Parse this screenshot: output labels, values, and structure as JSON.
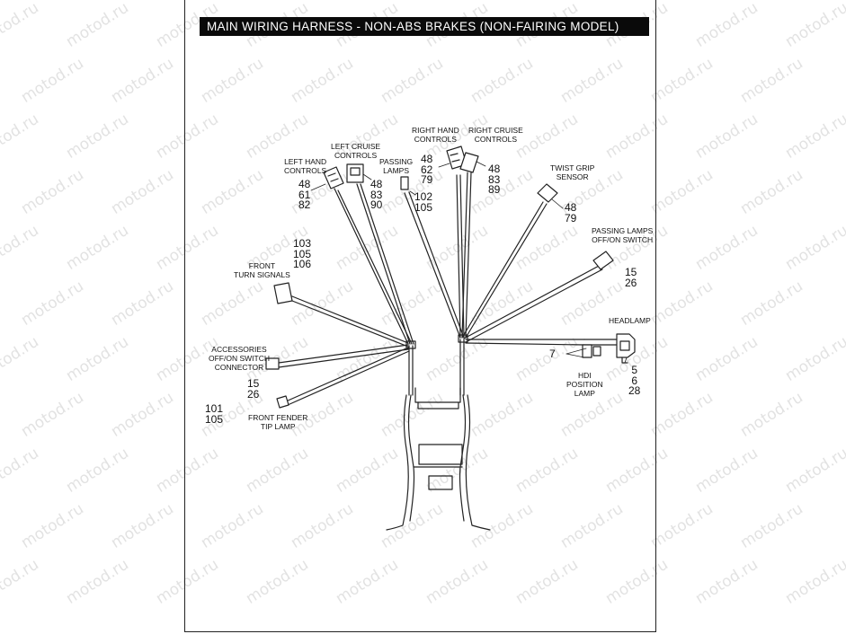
{
  "title": "MAIN WIRING HARNESS - NON-ABS BRAKES (NON-FAIRING MODEL)",
  "watermark": "motod.ru",
  "components": {
    "left_hand_controls": {
      "label": "LEFT HAND\nCONTROLS",
      "refs": "48\n61\n82"
    },
    "left_cruise_controls": {
      "label": "LEFT CRUISE\nCONTROLS",
      "refs": "48\n83\n90"
    },
    "passing_lamps": {
      "label": "PASSING\nLAMPS",
      "refs": "102\n105"
    },
    "right_hand_controls": {
      "label": "RIGHT HAND\nCONTROLS",
      "refs": "48\n62\n79"
    },
    "right_cruise_controls": {
      "label": "RIGHT CRUISE\nCONTROLS",
      "refs": "48\n83\n89"
    },
    "twist_grip_sensor": {
      "label": "TWIST GRIP\nSENSOR",
      "refs": "48\n79"
    },
    "passing_lamps_switch": {
      "label": "PASSING LAMPS\nOFF/ON SWITCH",
      "refs": "15\n26"
    },
    "front_turn_signals": {
      "label": "FRONT\nTURN SIGNALS",
      "refs": "103\n105\n106"
    },
    "accessories_switch": {
      "label": "ACCESSORIES\nOFF/ON SWITCH\nCONNECTOR",
      "refs": "15\n26"
    },
    "front_fender_tip_lamp": {
      "label": "FRONT FENDER\nTIP LAMP",
      "refs": "101\n105"
    },
    "headlamp": {
      "label": "HEADLAMP",
      "refs": "5\n6\n28"
    },
    "hdi_position_lamp": {
      "label": "HDI\nPOSITION\nLAMP",
      "refs": "7"
    }
  }
}
